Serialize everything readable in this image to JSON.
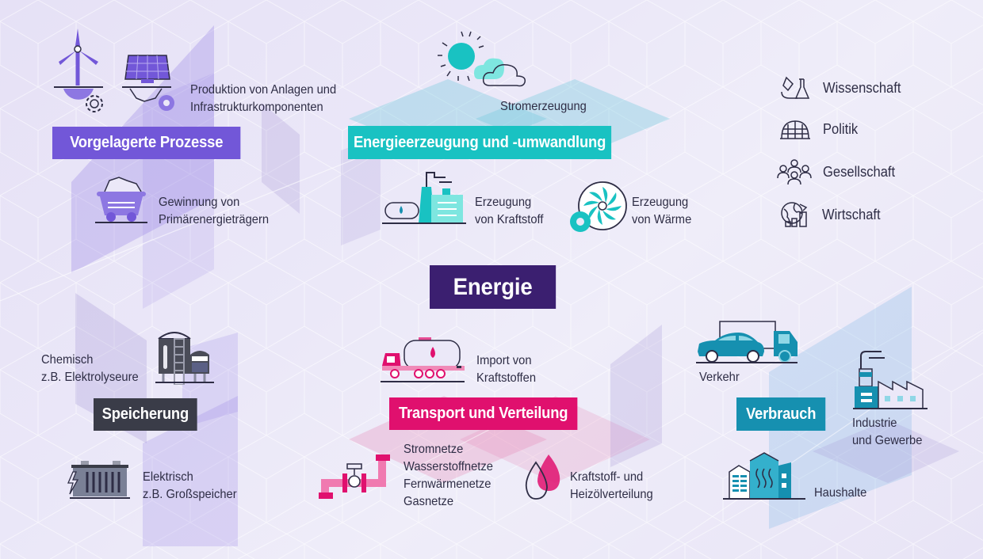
{
  "center": {
    "title": "Energie",
    "color": "#3b1f70"
  },
  "sections": {
    "vorgelagerte": {
      "label": "Vorgelagerte Prozesse",
      "color": "#7257d8",
      "items": [
        {
          "icon": "wind-turbine-gear-icon",
          "text_line1": "",
          "text_line2": ""
        },
        {
          "icon": "solar-panel-gear-icon",
          "text_line1": "Produktion von Anlagen und",
          "text_line2": "Infrastrukturkomponenten"
        },
        {
          "icon": "mine-cart-icon",
          "text_line1": "Gewinnung von",
          "text_line2": "Primärenergieträgern"
        }
      ]
    },
    "energieerzeugung": {
      "label": "Energieerzeugung und -umwandlung",
      "color": "#19c2c2",
      "items": [
        {
          "icon": "sun-cloud-icon",
          "text_line1": "Stromerzeugung",
          "text_line2": ""
        },
        {
          "icon": "refinery-icon",
          "text_line1": "Erzeugung",
          "text_line2": "von Kraftstoff"
        },
        {
          "icon": "heat-pump-fan-icon",
          "text_line1": "Erzeugung",
          "text_line2": "von Wärme"
        }
      ]
    },
    "speicherung": {
      "label": "Speicherung",
      "color": "#3a3c48",
      "items": [
        {
          "icon": "electrolyser-tank-icon",
          "text_line1": "Chemisch",
          "text_line2": "z.B. Elektrolyseure"
        },
        {
          "icon": "battery-icon",
          "text_line1": "Elektrisch",
          "text_line2": "z.B. Großspeicher"
        }
      ]
    },
    "transport": {
      "label": "Transport und Verteilung",
      "color": "#e0106e",
      "items": [
        {
          "icon": "tanker-truck-icon",
          "text_line1": "Import von",
          "text_line2": "Kraftstoffen"
        },
        {
          "icon": "pipeline-valve-icon",
          "lines": [
            "Stromnetze",
            "Wasserstoffnetze",
            "Fernwärmenetze",
            "Gasnetze"
          ]
        },
        {
          "icon": "fuel-drop-icon",
          "text_line1": "Kraftstoff- und",
          "text_line2": "Heizölverteilung"
        }
      ]
    },
    "verbrauch": {
      "label": "Verbrauch",
      "color": "#1690b0",
      "items": [
        {
          "icon": "car-truck-icon",
          "text_line1": "Verkehr",
          "text_line2": ""
        },
        {
          "icon": "factory-icon",
          "text_line1": "Industrie",
          "text_line2": "und Gewerbe"
        },
        {
          "icon": "houses-icon",
          "text_line1": "Haushalte",
          "text_line2": ""
        }
      ]
    }
  },
  "context": [
    {
      "icon": "microscope-flask-icon",
      "label": "Wissenschaft"
    },
    {
      "icon": "dome-icon",
      "label": "Politik"
    },
    {
      "icon": "people-group-icon",
      "label": "Gesellschaft"
    },
    {
      "icon": "globe-chart-icon",
      "label": "Wirtschaft"
    }
  ]
}
